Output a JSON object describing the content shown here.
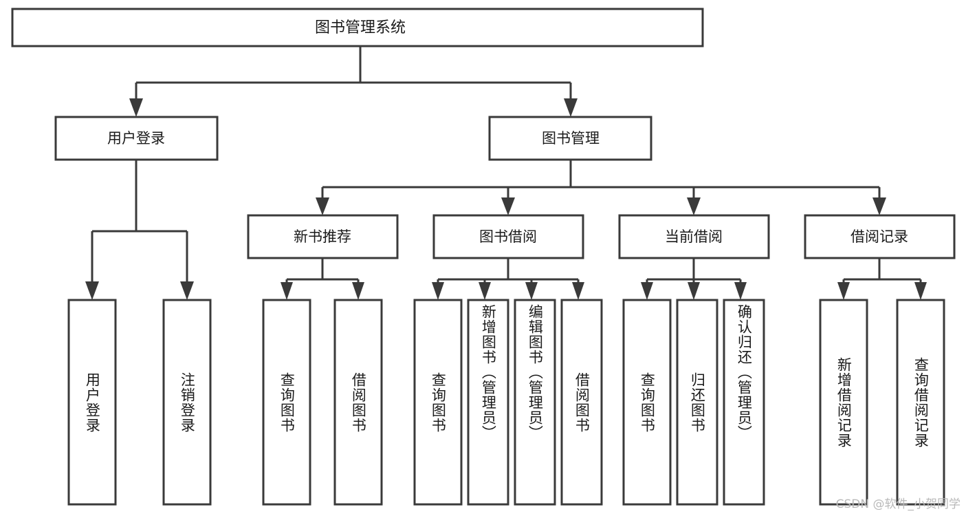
{
  "diagram": {
    "type": "hierarchy-tree",
    "title": "图书管理系统",
    "watermark": "CSDN @软件_小贺同学",
    "colors": {
      "background": "#ffffff",
      "stroke": "#3a3a3a",
      "text": "#1a1a1a",
      "watermark": "#b9b9b9"
    },
    "levels": 4
  },
  "nodes": {
    "root": {
      "label": "图书管理系统"
    },
    "level2": [
      {
        "id": "user-login",
        "label": "用户登录"
      },
      {
        "id": "book-manage",
        "label": "图书管理"
      }
    ],
    "level3": [
      {
        "id": "new-book-recommend",
        "label": "新书推荐"
      },
      {
        "id": "book-borrow",
        "label": "图书借阅"
      },
      {
        "id": "current-borrow",
        "label": "当前借阅"
      },
      {
        "id": "borrow-record",
        "label": "借阅记录"
      }
    ],
    "leaves": {
      "user_login": [
        {
          "id": "leaf-user-login",
          "label": "用户登录"
        },
        {
          "id": "leaf-logout-login",
          "label": "注销登录"
        }
      ],
      "new_book_recommend": [
        {
          "id": "leaf-query-book-1",
          "label": "查询图书"
        },
        {
          "id": "leaf-borrow-book-1",
          "label": "借阅图书"
        }
      ],
      "book_borrow": [
        {
          "id": "leaf-query-book-2",
          "label": "查询图书"
        },
        {
          "id": "leaf-add-book",
          "label": "新增图书（管理员）"
        },
        {
          "id": "leaf-edit-book",
          "label": "编辑图书（管理员）"
        },
        {
          "id": "leaf-borrow-book-2",
          "label": "借阅图书"
        }
      ],
      "current_borrow": [
        {
          "id": "leaf-query-book-3",
          "label": "查询图书"
        },
        {
          "id": "leaf-return-book",
          "label": "归还图书"
        },
        {
          "id": "leaf-confirm-return",
          "label": "确认归还（管理员）"
        }
      ],
      "borrow_record": [
        {
          "id": "leaf-add-record",
          "label": "新增借阅记录"
        },
        {
          "id": "leaf-query-record",
          "label": "查询借阅记录"
        }
      ]
    }
  }
}
